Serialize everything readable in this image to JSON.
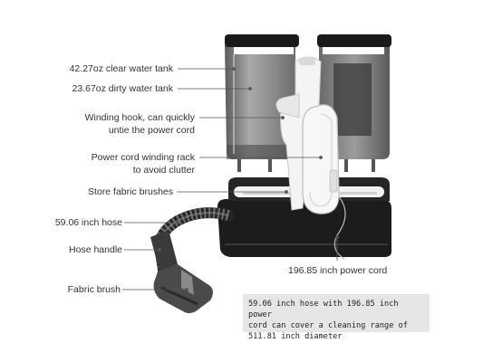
{
  "callouts": {
    "clear_tank": "42.27oz clear water tank",
    "dirty_tank": "23.67oz dirty water tank",
    "winding_hook_1": "Winding hook, can quickly",
    "winding_hook_2": "untie the power cord",
    "cord_rack_1": "Power cord winding rack",
    "cord_rack_2": "to avoid clutter",
    "brush_storage": "Store fabric brushes",
    "hose_length": "59.06 inch hose",
    "hose_handle": "Hose handle",
    "fabric_brush": "Fabric brush",
    "power_cord": "196.85 inch power cord"
  },
  "note": {
    "line1": "59.06 inch hose with 196.85 inch power",
    "line2": "cord can cover a cleaning range of",
    "line3": "511.81 inch diameter"
  },
  "colors": {
    "text": "#333333",
    "leader_line": "#555555",
    "tank_grey": "#8a8a8a",
    "machine_black": "#1c1c1c",
    "body_white": "#f4f4f4",
    "note_bg": "#e6e6e6"
  }
}
